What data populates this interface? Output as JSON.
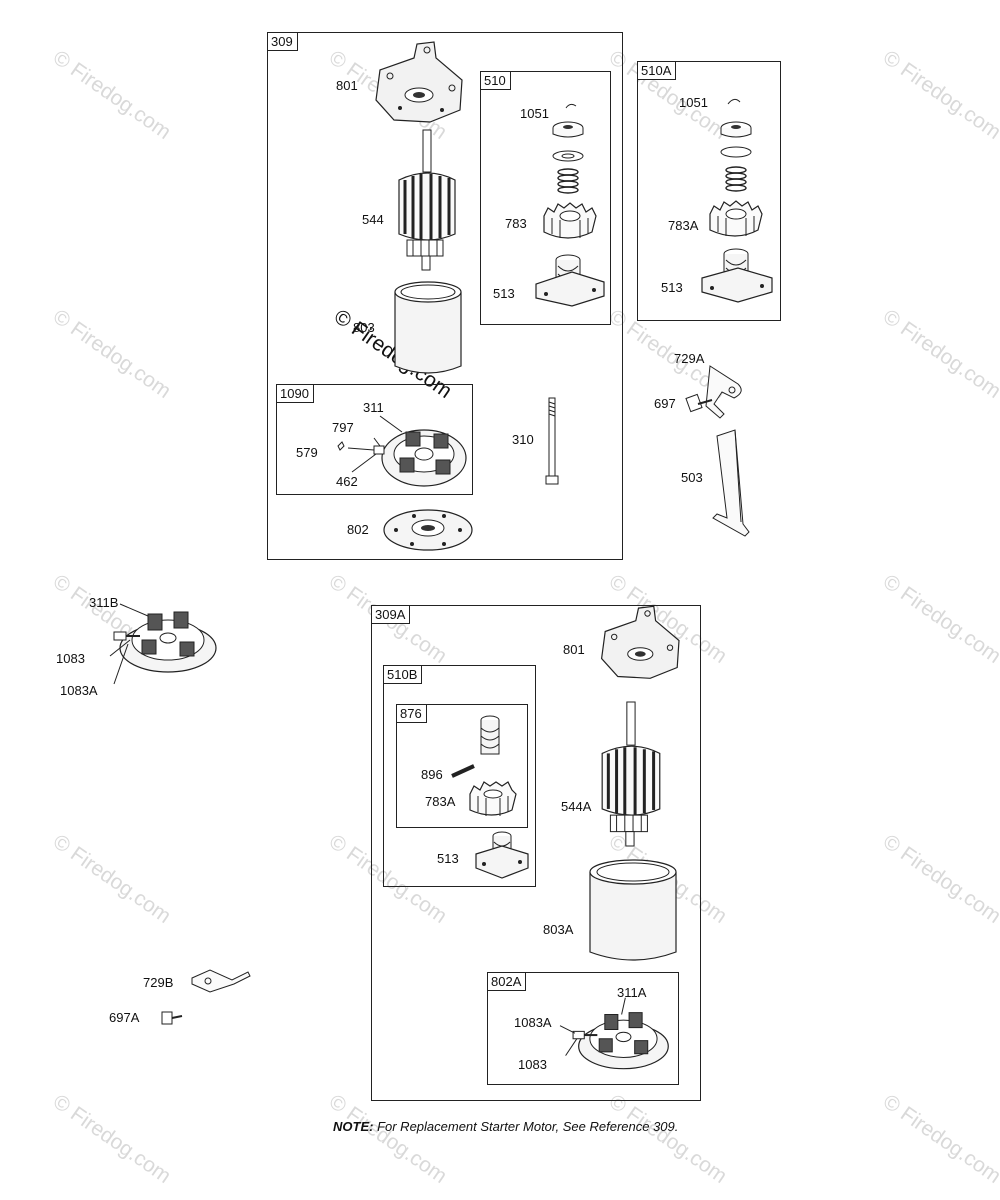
{
  "watermark": "© Firedog.com",
  "watermark_center": "© Firedog.com",
  "note": {
    "prefix": "NOTE:",
    "text": " For Replacement Starter Motor, See Reference 309."
  },
  "boxes": {
    "b309": "309",
    "b510": "510",
    "b510A": "510A",
    "b1090": "1090",
    "b309A": "309A",
    "b510B": "510B",
    "b876": "876",
    "b802A": "802A"
  },
  "labels": {
    "l801": "801",
    "l544": "544",
    "l803": "803",
    "l1051": "1051",
    "l783": "783",
    "l513": "513",
    "l1051b": "1051",
    "l783A": "783A",
    "l513b": "513",
    "l729A": "729A",
    "l697": "697",
    "l310": "310",
    "l503": "503",
    "l311": "311",
    "l797": "797",
    "l579": "579",
    "l462": "462",
    "l802": "802",
    "l311B": "311B",
    "l1083": "1083",
    "l1083A": "1083A",
    "l801b": "801",
    "l896": "896",
    "l783Ab": "783A",
    "l544A": "544A",
    "l513c": "513",
    "l803A": "803A",
    "l311A": "311A",
    "l1083Ab": "1083A",
    "l1083b": "1083",
    "l729B": "729B",
    "l697A": "697A"
  }
}
